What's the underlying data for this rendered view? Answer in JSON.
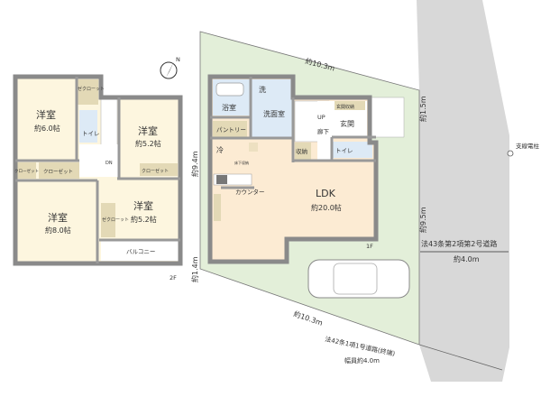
{
  "colors": {
    "lot": "#e3efd9",
    "road": "#d8d8d8",
    "room": "#fdf6df",
    "ldk": "#fcebd3",
    "wet": "#ddeaf6",
    "closet": "#e3d9b6",
    "wall": "#8a8a8a"
  },
  "compass": {
    "label": "N",
    "icon": "compass-north-icon"
  },
  "floor2": {
    "label": "2F",
    "room_a": {
      "name": "洋室",
      "size": "約6.0帖"
    },
    "room_b": {
      "name": "洋室",
      "size": "約5.2帖"
    },
    "room_c": {
      "name": "洋室",
      "size": "約8.0帖"
    },
    "room_d": {
      "name": "洋室",
      "size": "約5.2帖"
    },
    "closet_a": "ゼクローット",
    "closet_small": "クローゼット",
    "closet_wide": "クローゼット",
    "closet_b": "クローゼット",
    "closet_d": "ゼクローット",
    "toilet": "トイレ",
    "stairs": "DN",
    "balcony": "バルコニー"
  },
  "floor1": {
    "label": "1F",
    "ldk": {
      "name": "LDK",
      "size": "約20.0帖"
    },
    "bath": "浴室",
    "washroom": "洗面室",
    "wash_mark": "洗",
    "pantry": "パントリー",
    "fridge": "冷",
    "underfloor": "床下収納",
    "counter": "カウンター",
    "storage": "収納",
    "hallway": "廊下",
    "entrance": "玄関",
    "entrance_storage": "玄関収納",
    "toilet": "トイレ",
    "stairs": "UP"
  },
  "dimensions": {
    "top": "約10.3m",
    "bottom": "約10.3m",
    "left": "約9.4m",
    "left_small": "約1.4m",
    "right": "約9.5m",
    "right_small": "約1.5m"
  },
  "road_east": {
    "name": "法43条第2項第2号道路",
    "width": "約4.0m"
  },
  "road_south": {
    "name": "法42条1項1号道路(終端)",
    "width": "幅員約4.0m"
  },
  "pole": {
    "name": "支線電柱"
  }
}
